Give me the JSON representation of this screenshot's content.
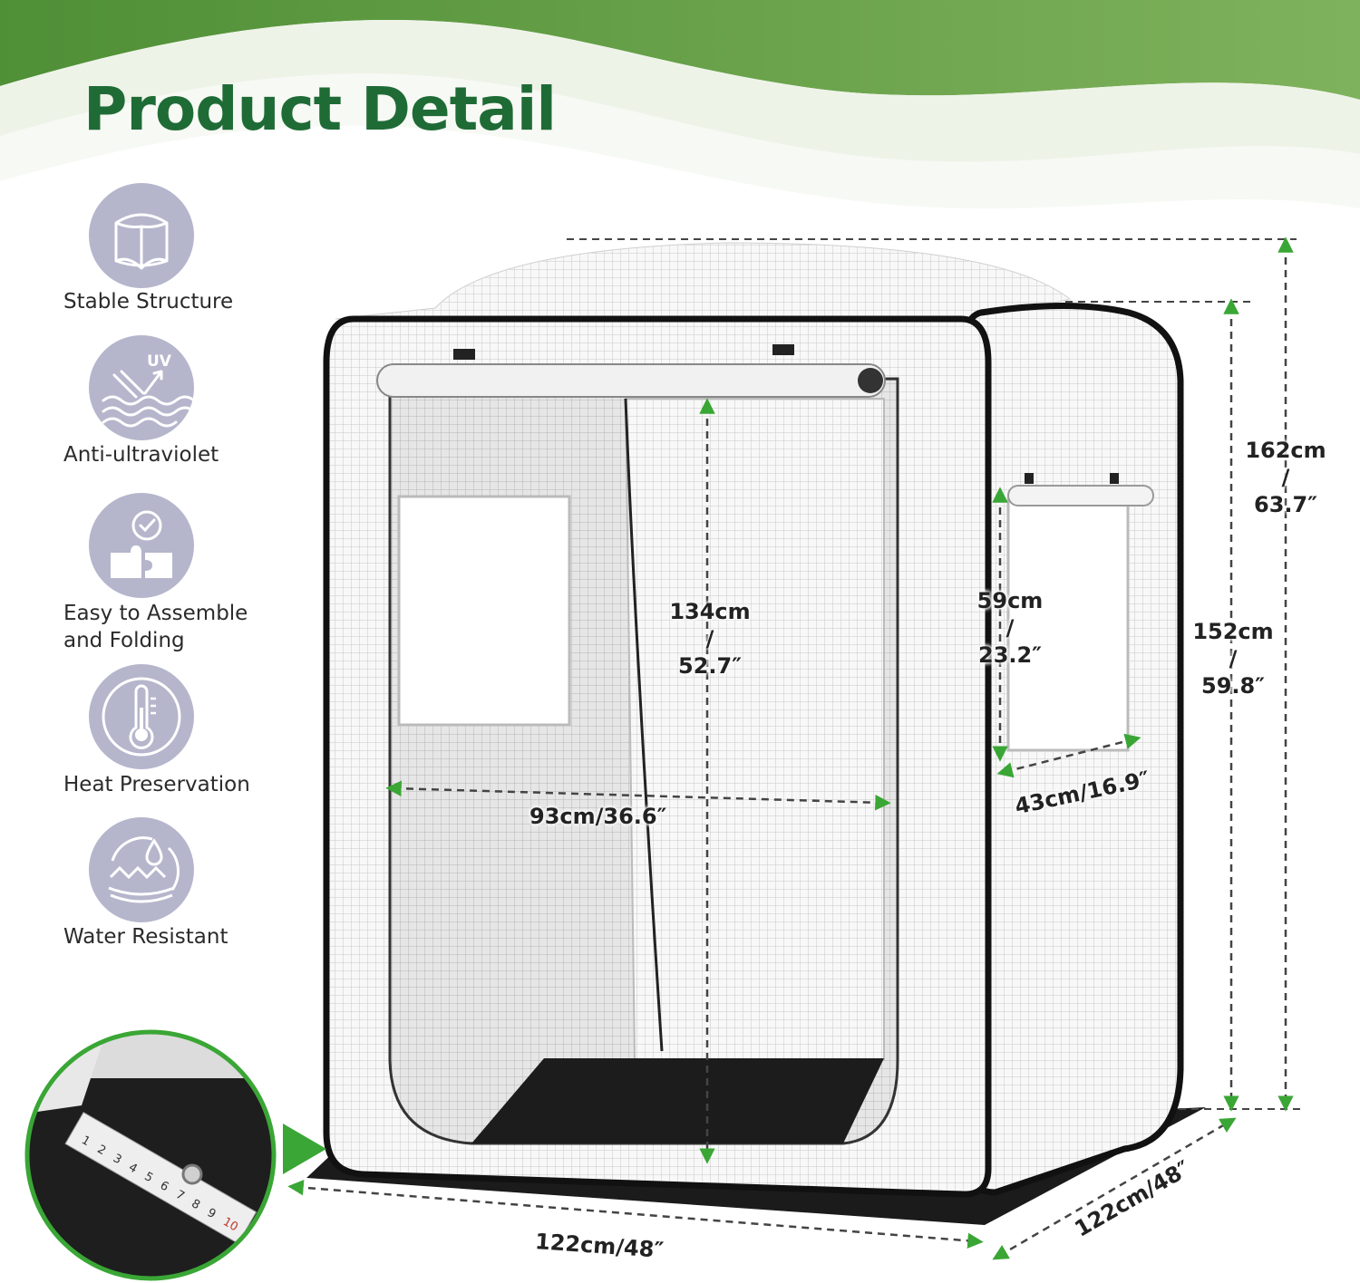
{
  "title": "Product Detail",
  "features": [
    {
      "icon": "cube-frame-icon",
      "label": "Stable Structure"
    },
    {
      "icon": "uv-protection-icon",
      "label": "Anti-ultraviolet",
      "icon_text": "UV"
    },
    {
      "icon": "puzzle-check-icon",
      "label_line1": "Easy to Assemble",
      "label_line2": "and Folding"
    },
    {
      "icon": "thermometer-icon",
      "label": "Heat Preservation"
    },
    {
      "icon": "water-drop-icon",
      "label": "Water Resistant"
    }
  ],
  "dimensions": {
    "total_height": {
      "cm": "162cm",
      "sep": "/",
      "in": "63.7″"
    },
    "side_height": {
      "cm": "152cm",
      "sep": "/",
      "in": "59.8″"
    },
    "door_height": {
      "cm": "134cm",
      "sep": "/",
      "in": "52.7″"
    },
    "window_height": {
      "cm": "59cm",
      "sep": "/",
      "in": "23.2″"
    },
    "window_width": "43cm/16.9″",
    "door_width": "93cm/36.6″",
    "base_front": "122cm/48″",
    "base_side": "122cm/48″"
  },
  "ruler_marks": [
    "1",
    "2",
    "3",
    "4",
    "5",
    "6",
    "7",
    "8",
    "9",
    "10"
  ],
  "colors": {
    "brand_green": "#1f6b36",
    "wave_green": "#6aa84f",
    "arrow_green": "#3aa635",
    "icon_circle": "#b5b6cc"
  }
}
